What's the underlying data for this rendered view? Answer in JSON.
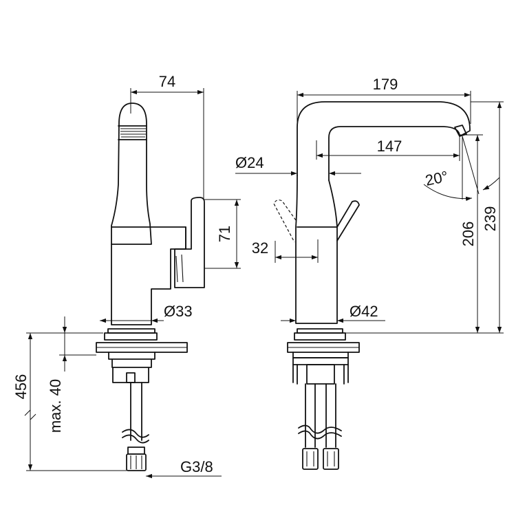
{
  "labels": {
    "width_side": "74",
    "width_front": "179",
    "spout_reach": "147",
    "spout_diameter": "Ø24",
    "spout_angle": "20°",
    "lever_height": "71",
    "lever_offset": "32",
    "body_diameter_side": "Ø33",
    "body_diameter_front": "Ø42",
    "height_outlet": "206",
    "height_total": "239",
    "hose_length": "456",
    "max_thickness": "max. 40",
    "connection_thread": "G3/8"
  }
}
